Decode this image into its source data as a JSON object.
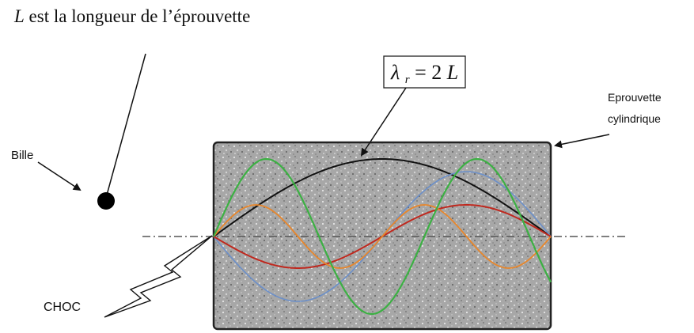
{
  "caption": {
    "variable": "L",
    "text": " est la longueur de l’éprouvette"
  },
  "labels": {
    "ball": "Bille",
    "specimen_line1": "Eprouvette",
    "specimen_line2": "cylindrique",
    "shock": "CHOC"
  },
  "formula": {
    "lambda": "λ",
    "subscript": "r",
    "equals": " = 2",
    "length_var": "L"
  },
  "colors": {
    "specimen_fill": "#a9a9a9",
    "specimen_border": "#222222",
    "wave_fundamental": "#111111",
    "wave_blue": "#6b8fc9",
    "wave_red": "#c0281e",
    "wave_orange": "#e8862a",
    "wave_green": "#3cb043",
    "axis_line": "#555555"
  }
}
